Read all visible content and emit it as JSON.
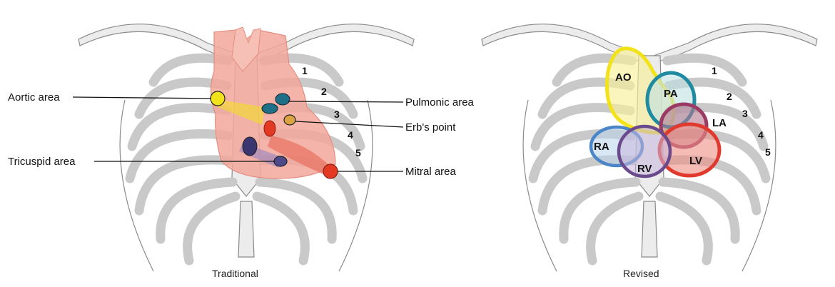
{
  "traditional": {
    "caption": "Traditional",
    "labels": {
      "aortic": "Aortic area",
      "pulmonic": "Pulmonic area",
      "erbs": "Erb's point",
      "tricuspid": "Tricuspid area",
      "mitral": "Mitral area"
    },
    "ribs": [
      "1",
      "2",
      "3",
      "4",
      "5"
    ],
    "colors": {
      "aortic": "#f2e21a",
      "pulmonic": "#1f6f86",
      "erbs": "#d9a441",
      "tricuspid": "#3b3670",
      "mitral": "#e23a23",
      "heart": "#f3a79a"
    }
  },
  "revised": {
    "caption": "Revised",
    "areas": {
      "ao": "AO",
      "pa": "PA",
      "la": "LA",
      "ra": "RA",
      "rv": "RV",
      "lv": "LV"
    },
    "ribs": [
      "1",
      "2",
      "3",
      "4",
      "5"
    ],
    "colors": {
      "ao": "#f2e21a",
      "pa": "#1f8aa0",
      "la": "#9b3a64",
      "ra": "#4a86c8",
      "rv": "#6a4a8c",
      "lv": "#e03a2e"
    }
  }
}
